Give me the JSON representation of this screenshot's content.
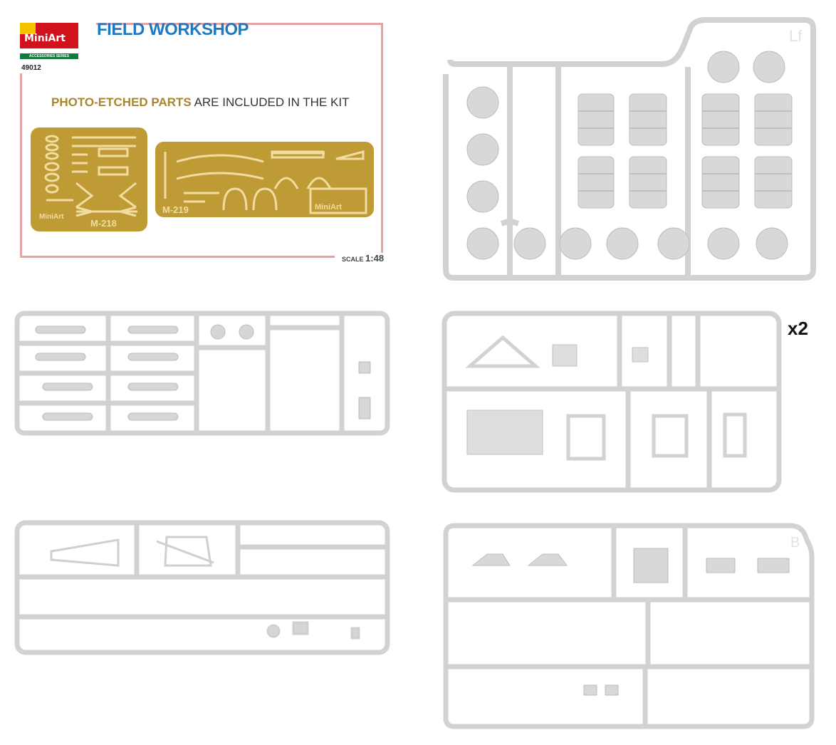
{
  "header": {
    "brand": "MiniArt",
    "series": "ACCESSORIES SERIES",
    "kit_number": "49012",
    "title": "FIELD WORKSHOP",
    "pe_highlight": "PHOTO-ETCHED PARTS",
    "pe_rest": " ARE INCLUDED IN THE KIT",
    "scale_label": "SCALE",
    "scale_value": "1:48"
  },
  "frets": [
    {
      "label": "M-218",
      "brand": "MiniArt"
    },
    {
      "label": "M-219",
      "brand": "MiniArt"
    }
  ],
  "sprues": {
    "lf_label": "Lf",
    "b_label": "B",
    "multiplier": "x2"
  },
  "colors": {
    "title_blue": "#1f7ac2",
    "brand_red": "#d1121c",
    "pe_gold": "#bf9b36",
    "sprue_gray": "#d4d4d4"
  }
}
